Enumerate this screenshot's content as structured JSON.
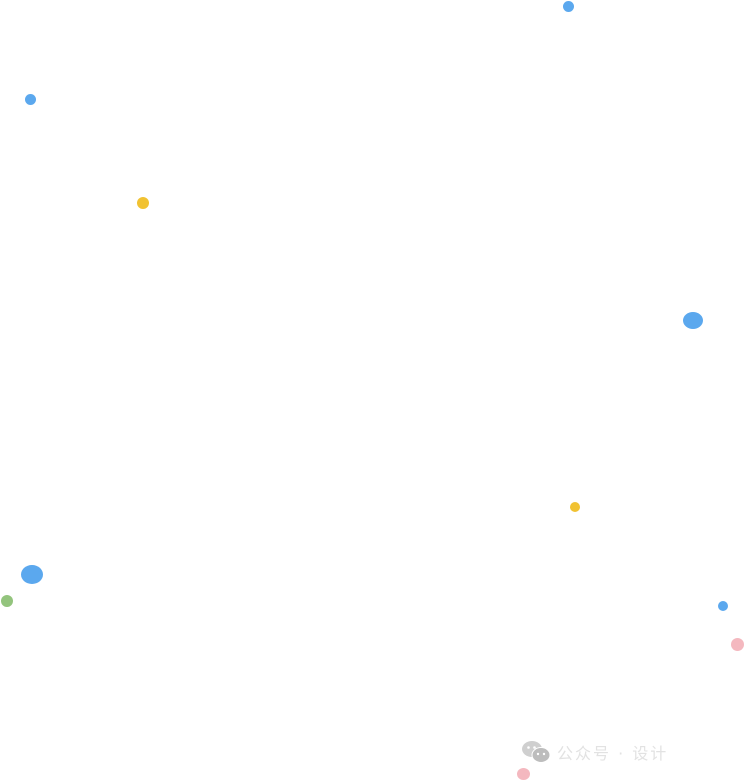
{
  "colors": {
    "background": "#ffffff",
    "blue": "#5ba8ee",
    "yellow": "#f1c232",
    "green": "#93c47d",
    "pink": "#f4b8bf",
    "watermark_gray": "#cfcfcf"
  },
  "dots": [
    {
      "name": "dot-blue",
      "color": "blue"
    },
    {
      "name": "dot-blue",
      "color": "blue"
    },
    {
      "name": "dot-yellow",
      "color": "yellow"
    },
    {
      "name": "dot-blue-large",
      "color": "blue"
    },
    {
      "name": "dot-yellow",
      "color": "yellow"
    },
    {
      "name": "dot-blue-large",
      "color": "blue"
    },
    {
      "name": "dot-green",
      "color": "green"
    },
    {
      "name": "dot-blue",
      "color": "blue"
    },
    {
      "name": "dot-pink",
      "color": "pink"
    },
    {
      "name": "dot-pink",
      "color": "pink"
    }
  ],
  "watermark": {
    "icon": "wechat-icon",
    "text": "公众号 · 设计"
  }
}
